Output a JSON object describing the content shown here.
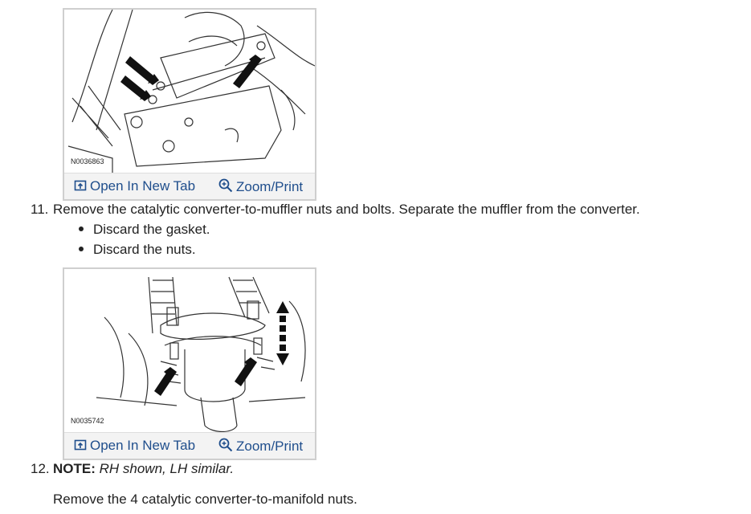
{
  "figures": [
    {
      "code": "N0036863",
      "open_label": "Open In New Tab",
      "zoom_label": "Zoom/Print"
    },
    {
      "code": "N0035742",
      "open_label": "Open In New Tab",
      "zoom_label": "Zoom/Print"
    }
  ],
  "steps": [
    {
      "number": "11.",
      "text": "Remove the catalytic converter-to-muffler nuts and bolts. Separate the muffler from the converter.",
      "bullets": [
        "Discard the gasket.",
        "Discard the nuts."
      ]
    },
    {
      "number": "12.",
      "note_label": "NOTE:",
      "note_text": "RH shown, LH similar.",
      "text": "Remove the 4 catalytic converter-to-manifold nuts."
    }
  ],
  "icons": {
    "open": "open-new-tab-icon",
    "zoom": "magnifier-icon"
  },
  "colors": {
    "link": "#1f4e8c",
    "text": "#222222",
    "figure_border": "#cfcfcf",
    "figure_bar": "#f3f3f3"
  }
}
